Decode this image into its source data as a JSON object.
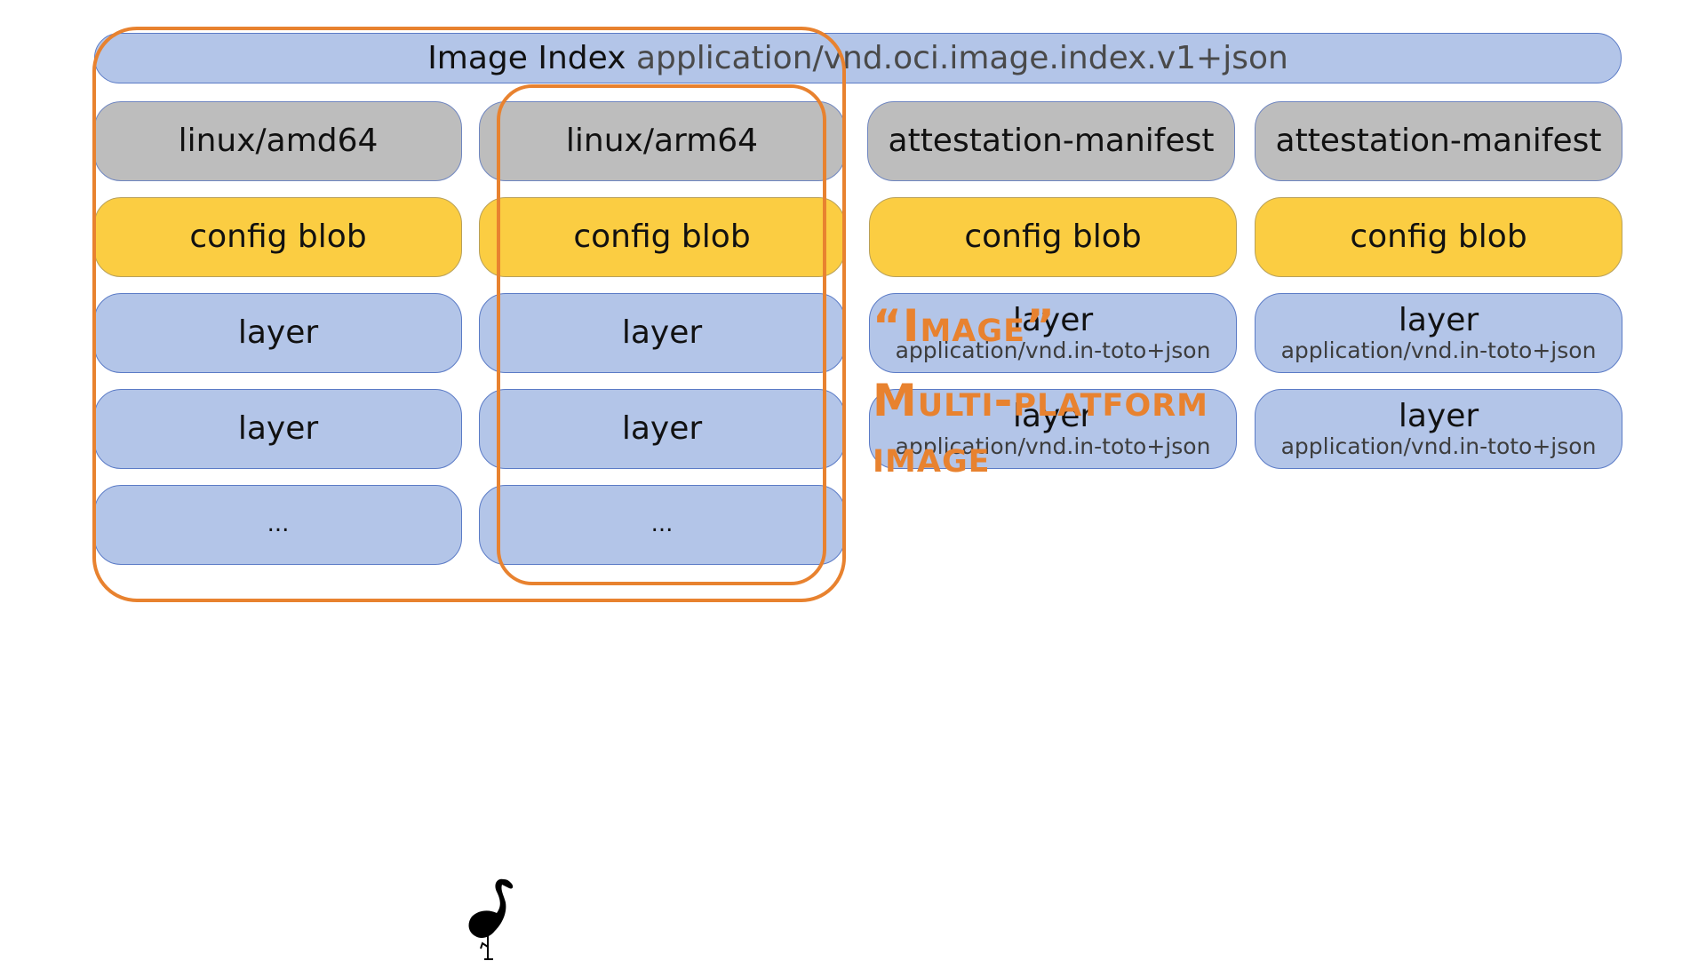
{
  "index": {
    "title": "Image Index",
    "media_type": "application/vnd.oci.image.index.v1+json"
  },
  "columns": [
    {
      "platform": "linux/amd64",
      "config": "config blob",
      "layers": [
        {
          "label": "layer",
          "sub": ""
        },
        {
          "label": "layer",
          "sub": ""
        },
        {
          "label": "...",
          "sub": ""
        }
      ]
    },
    {
      "platform": "linux/arm64",
      "config": "config blob",
      "layers": [
        {
          "label": "layer",
          "sub": ""
        },
        {
          "label": "layer",
          "sub": ""
        },
        {
          "label": "...",
          "sub": ""
        }
      ]
    },
    {
      "platform": "attestation-manifest",
      "config": "config blob",
      "layers": [
        {
          "label": "layer",
          "sub": "application/vnd.in-toto+json"
        },
        {
          "label": "layer",
          "sub": "application/vnd.in-toto+json"
        }
      ]
    },
    {
      "platform": "attestation-manifest",
      "config": "config blob",
      "layers": [
        {
          "label": "layer",
          "sub": "application/vnd.in-toto+json"
        },
        {
          "label": "layer",
          "sub": "application/vnd.in-toto+json"
        }
      ]
    }
  ],
  "annotations": {
    "image_label": "“Image”",
    "multi_label_line1": "Multi-platform",
    "multi_label_line2": "image"
  },
  "colors": {
    "manifest": "#bdbdbd",
    "config": "#fbcd42",
    "layer": "#b3c5e8",
    "outline": "#e8822f"
  }
}
